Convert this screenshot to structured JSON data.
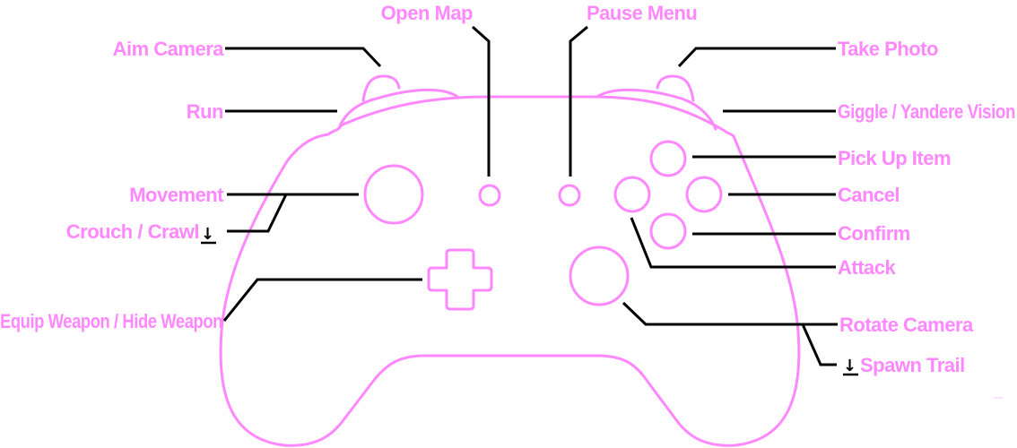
{
  "diagram": {
    "type": "controller-layout",
    "colors": {
      "outline": "#ff88ff",
      "label": "#ff88ff",
      "leader": "#000000",
      "background": "#ffffff"
    },
    "hold_icon": "↓",
    "labels": {
      "aim_camera": "Aim Camera",
      "run": "Run",
      "open_map": "Open Map",
      "pause_menu": "Pause Menu",
      "take_photo": "Take Photo",
      "giggle": "Giggle / Yandere Vision",
      "movement": "Movement",
      "crouch": "Crouch / Crawl",
      "equip_weapon": "Equip Weapon / Hide Weapon",
      "pick_up_item": "Pick Up Item",
      "cancel": "Cancel",
      "confirm": "Confirm",
      "attack": "Attack",
      "rotate_camera": "Rotate Camera",
      "spawn_trail": "Spawn Trail"
    }
  }
}
